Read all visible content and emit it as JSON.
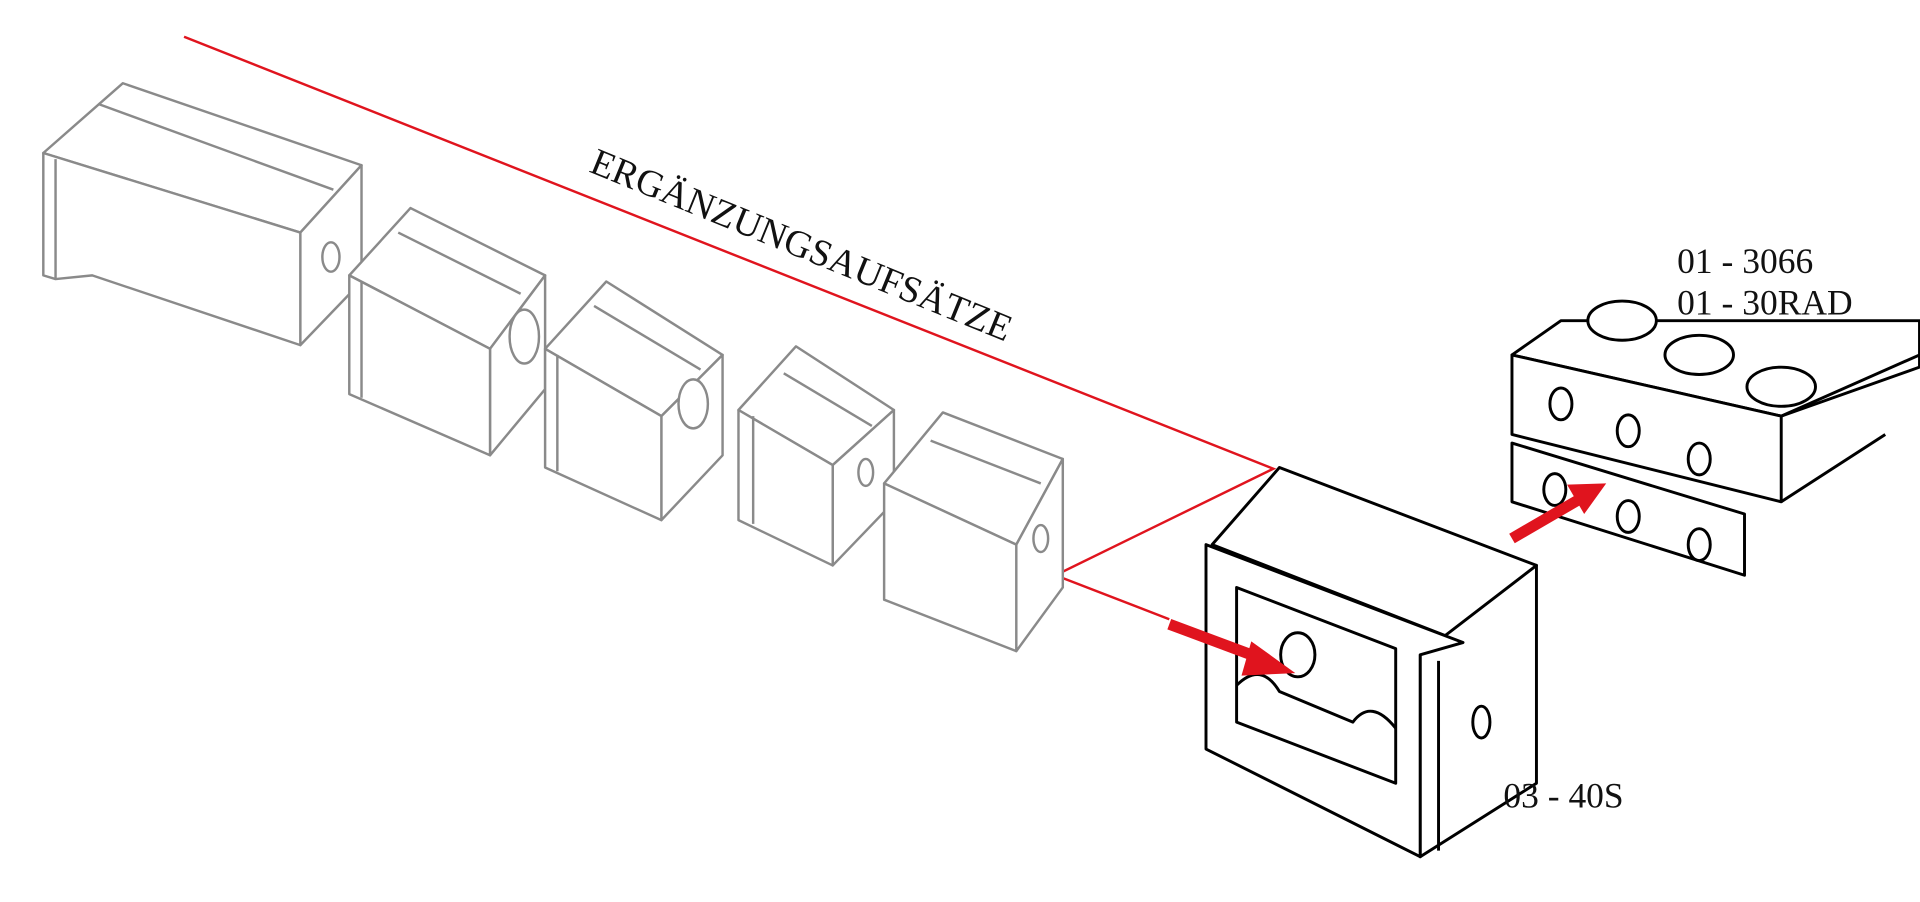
{
  "diagram": {
    "title": "ERGÄNZUNGSAUFSÄTZE",
    "labels": {
      "rail_part_1": "01 - 3066",
      "rail_part_2": "01 - 30RAD",
      "holder_part": "03 - 40S"
    },
    "colors": {
      "accent": "#e0141e",
      "attachments": "#8a8a8a",
      "main_parts": "#000000"
    }
  }
}
